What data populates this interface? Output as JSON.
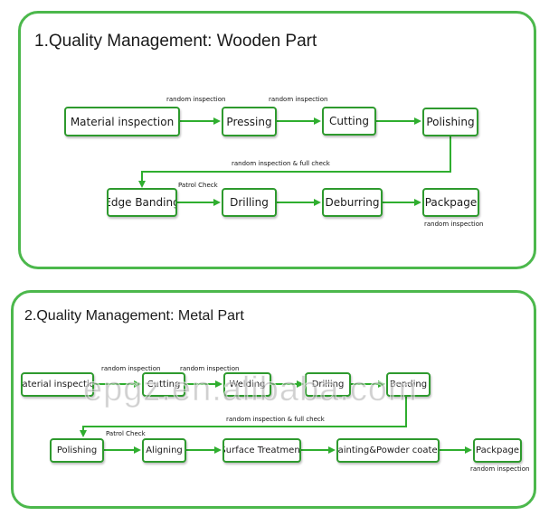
{
  "colors": {
    "accent": "#4cb84c",
    "box_border": "#2e9a2e",
    "arrow": "#2fae2f"
  },
  "wooden": {
    "title": "1.Quality Management: Wooden Part",
    "steps": [
      "Material inspection",
      "Pressing",
      "Cutting",
      "Polishing",
      "Edge Banding",
      "Drilling",
      "Deburring",
      "Packpage"
    ],
    "notes": {
      "n1": "random inspection",
      "n2": "random inspection",
      "n3": "random inspection & full check",
      "n4": "Patrol Check",
      "n5": "random inspection"
    }
  },
  "metal": {
    "title": "2.Quality Management: Metal Part",
    "steps": [
      "Material inspection",
      "Cutting",
      "Welding",
      "Drilling",
      "Bending",
      "Polishing",
      "Aligning",
      "Surface Treatment",
      "Painting&Powder coated",
      "Packpage"
    ],
    "notes": {
      "n1": "random inspection",
      "n2": "random inspection",
      "n3": "random inspection & full check",
      "n4": "Patrol Check",
      "n5": "random inspection"
    }
  },
  "watermark": "epgz.en.alibaba.com"
}
